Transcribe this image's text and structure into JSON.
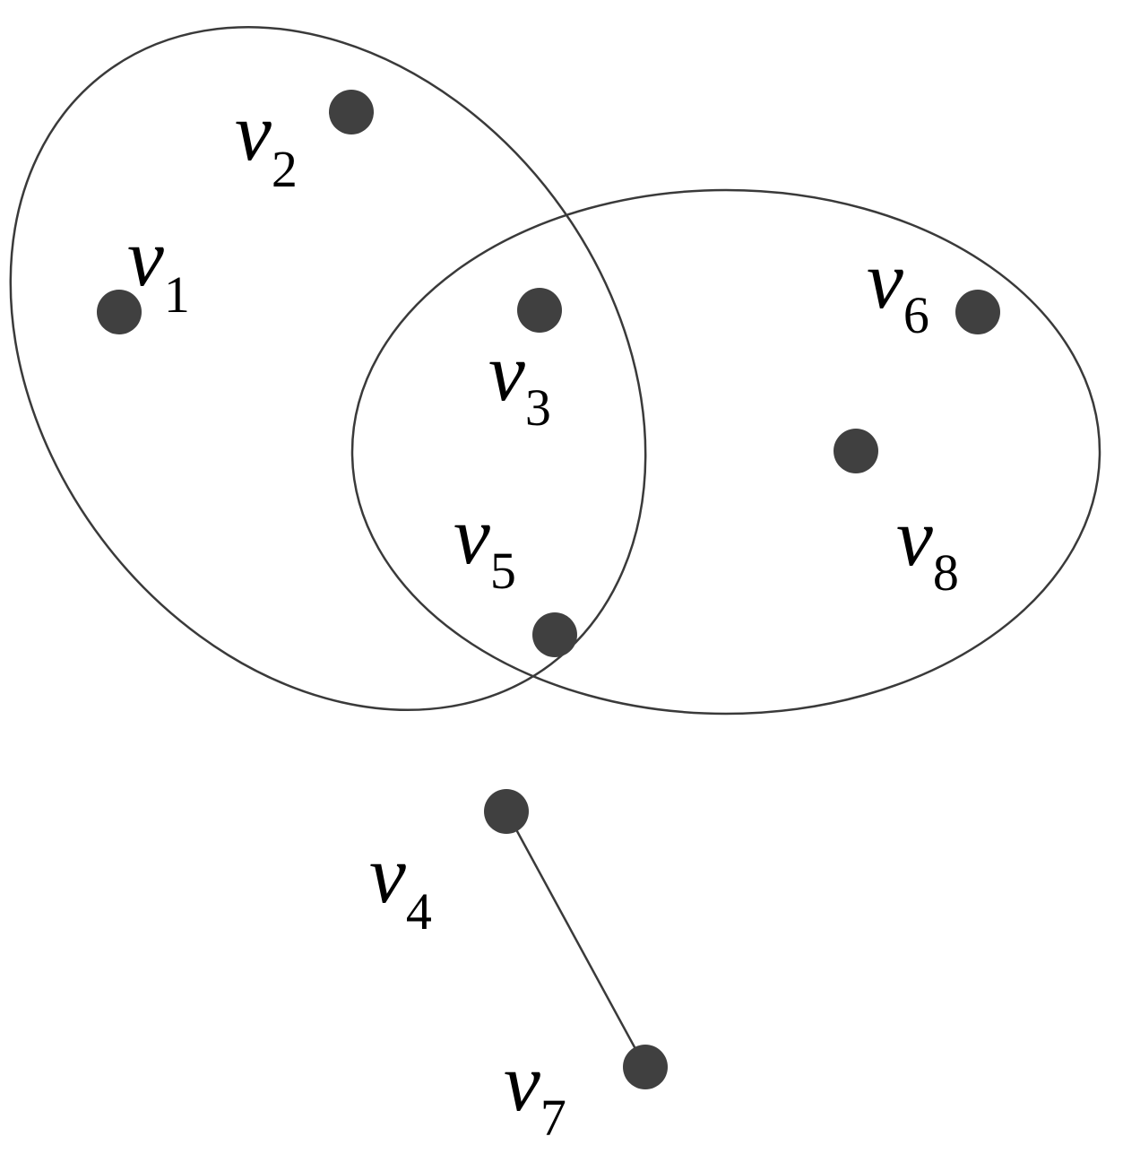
{
  "colors": {
    "background": "#ffffff",
    "vertex": "#404040",
    "stroke": "#3a3a3a",
    "text": "#000000"
  },
  "vertices": [
    {
      "id": "v1",
      "letter": "v",
      "sub": "1"
    },
    {
      "id": "v2",
      "letter": "v",
      "sub": "2"
    },
    {
      "id": "v3",
      "letter": "v",
      "sub": "3"
    },
    {
      "id": "v4",
      "letter": "v",
      "sub": "4"
    },
    {
      "id": "v5",
      "letter": "v",
      "sub": "5"
    },
    {
      "id": "v6",
      "letter": "v",
      "sub": "6"
    },
    {
      "id": "v7",
      "letter": "v",
      "sub": "7"
    },
    {
      "id": "v8",
      "letter": "v",
      "sub": "8"
    }
  ],
  "hyperedges": [
    {
      "id": "e1",
      "members": [
        "v1",
        "v2",
        "v3",
        "v5"
      ]
    },
    {
      "id": "e2",
      "members": [
        "v3",
        "v5",
        "v6",
        "v8"
      ]
    },
    {
      "id": "e3",
      "members": [
        "v4",
        "v7"
      ]
    }
  ]
}
